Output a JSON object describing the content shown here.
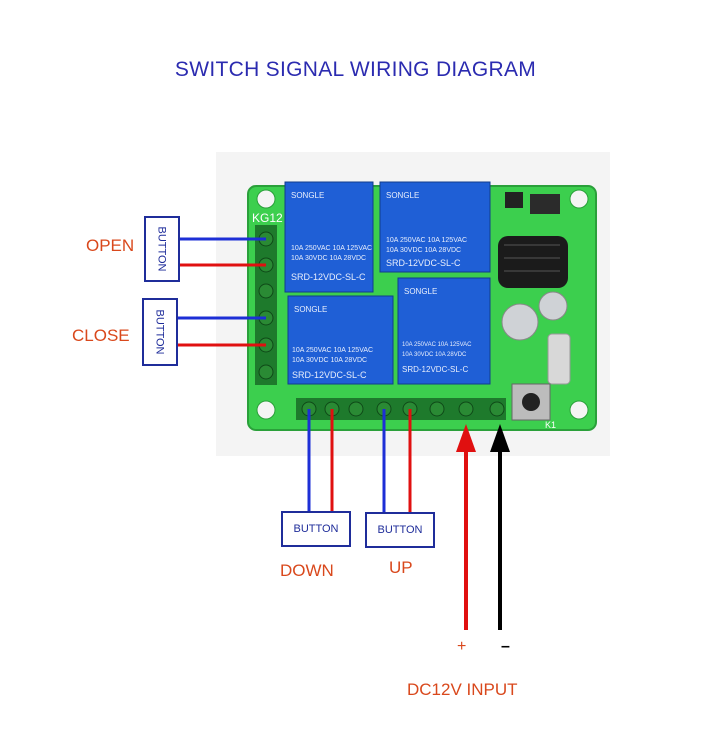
{
  "title": "SWITCH SIGNAL WIRING DIAGRAM",
  "labels": {
    "open": "OPEN",
    "close": "CLOSE",
    "down": "DOWN",
    "up": "UP",
    "power_input": "DC12V INPUT",
    "plus": "+",
    "minus": "–"
  },
  "buttons": {
    "open_button": "BUTTON",
    "close_button": "BUTTON",
    "down_button": "BUTTON",
    "up_button": "BUTTON"
  },
  "board": {
    "silkscreen": "KG12",
    "key_label": "K1"
  },
  "relays": [
    {
      "brand": "SONGLE",
      "rating_1": "10A 250VAC  10A 125VAC",
      "rating_2": "10A 30VDC  10A 28VDC",
      "model": "SRD-12VDC-SL-C"
    },
    {
      "brand": "SONGLE",
      "rating_1": "10A 250VAC  10A 125VAC",
      "rating_2": "10A 30VDC  10A 28VDC",
      "model": "SRD-12VDC-SL-C"
    },
    {
      "brand": "SONGLE",
      "rating_1": "10A 250VAC  10A 125VAC",
      "rating_2": "10A 30VDC  10A 28VDC",
      "model": "SRD-12VDC-SL-C"
    },
    {
      "brand": "SONGLE",
      "rating_1": "10A 250VAC  10A 125VAC",
      "rating_2": "10A 30VDC  10A 28VDC",
      "model": "SRD-12VDC-SL-C"
    }
  ],
  "colors": {
    "title": "#2b2bb0",
    "labels": "#d9481c",
    "wire_blue": "#1d2fd6",
    "wire_red": "#e01010",
    "wire_black": "#000000",
    "pcb": "#3ccf4e",
    "relay": "#1f5fd6"
  }
}
